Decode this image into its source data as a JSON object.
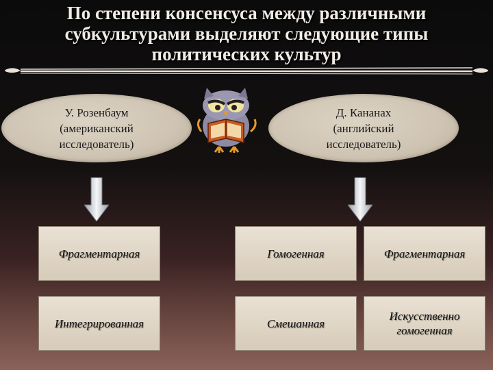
{
  "title": {
    "line1": "По степени консенсуса между различными",
    "line2": "субкультурами выделяют следующие типы",
    "line3": "политических культур"
  },
  "authors": {
    "left": "У. Розенбаум\n(американский\nисследователь)",
    "right": "Д. Кананах\n(английский\nисследователь)"
  },
  "row1": [
    "Фрагментарная",
    "Гомогенная",
    "Фрагментарная"
  ],
  "row2": [
    "Интегрированная",
    "Смешанная",
    "Искусственно\nгомогенная"
  ],
  "icons": {
    "arrow": "down-arrow-icon",
    "owl": "owl-reading-book-icon"
  }
}
